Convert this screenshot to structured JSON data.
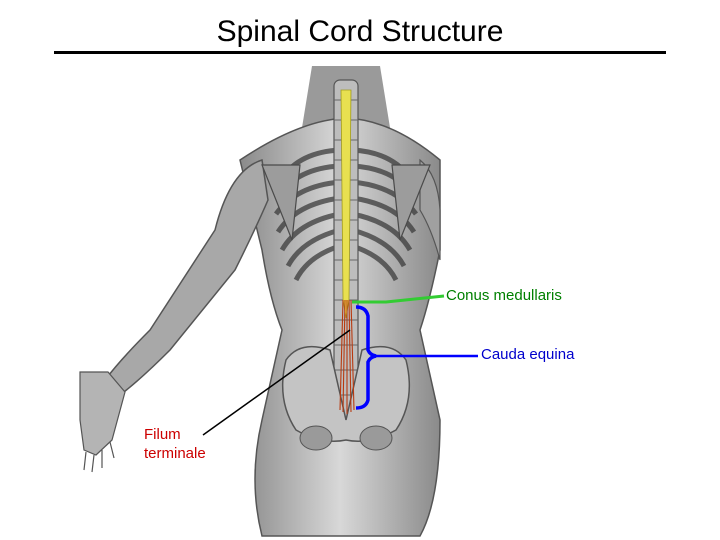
{
  "slide": {
    "title": "Spinal Cord Structure"
  },
  "labels": {
    "conus_medullaris": {
      "text": "Conus medullaris",
      "color": "#008000"
    },
    "cauda_equina": {
      "text": "Cauda equina",
      "color": "#0000cc"
    },
    "filum_terminale": {
      "text": "Filum terminale",
      "color": "#cc0000"
    }
  },
  "colors": {
    "pointer_conus": "#33cc33",
    "pointer_cauda": "#0000ff",
    "pointer_filum": "#000000",
    "spinal_cord": "#e8e050"
  }
}
